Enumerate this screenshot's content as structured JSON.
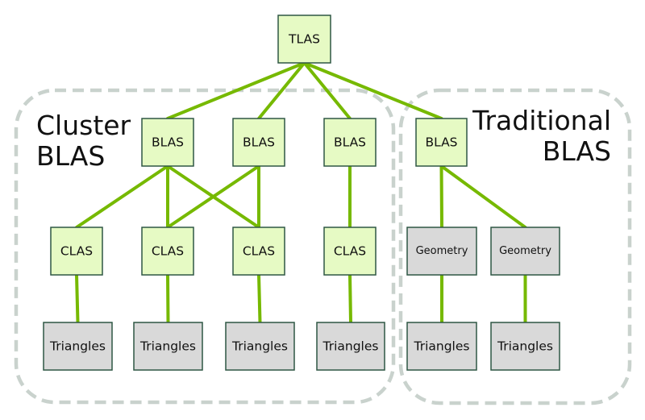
{
  "regions": {
    "cluster": {
      "title_lines": [
        "Cluster",
        "BLAS"
      ]
    },
    "traditional": {
      "title_lines": [
        "Traditional",
        "BLAS"
      ]
    }
  },
  "colors": {
    "edge": "#76B900",
    "node_fill_green": "#E6FAC4",
    "node_fill_gray": "#D9D9D9",
    "node_border": "#2E5744",
    "region_border": "#C9D2CD"
  },
  "nodes": {
    "tlas": {
      "label": "TLAS"
    },
    "blas_1": {
      "label": "BLAS"
    },
    "blas_2": {
      "label": "BLAS"
    },
    "blas_3": {
      "label": "BLAS"
    },
    "blas_4": {
      "label": "BLAS"
    },
    "clas_1": {
      "label": "CLAS"
    },
    "clas_2": {
      "label": "CLAS"
    },
    "clas_3": {
      "label": "CLAS"
    },
    "clas_4": {
      "label": "CLAS"
    },
    "geometry_1": {
      "label": "Geometry"
    },
    "geometry_2": {
      "label": "Geometry"
    },
    "triangles_1": {
      "label": "Triangles"
    },
    "triangles_2": {
      "label": "Triangles"
    },
    "triangles_3": {
      "label": "Triangles"
    },
    "triangles_4": {
      "label": "Triangles"
    },
    "triangles_5": {
      "label": "Triangles"
    },
    "triangles_6": {
      "label": "Triangles"
    }
  },
  "edges": [
    [
      "tlas",
      "blas_1"
    ],
    [
      "tlas",
      "blas_2"
    ],
    [
      "tlas",
      "blas_3"
    ],
    [
      "tlas",
      "blas_4"
    ],
    [
      "blas_1",
      "clas_1"
    ],
    [
      "blas_1",
      "clas_2"
    ],
    [
      "blas_1",
      "clas_3"
    ],
    [
      "blas_2",
      "clas_2"
    ],
    [
      "blas_2",
      "clas_3"
    ],
    [
      "blas_3",
      "clas_4"
    ],
    [
      "blas_4",
      "geometry_1"
    ],
    [
      "blas_4",
      "geometry_2"
    ],
    [
      "clas_1",
      "triangles_1"
    ],
    [
      "clas_2",
      "triangles_2"
    ],
    [
      "clas_3",
      "triangles_3"
    ],
    [
      "clas_4",
      "triangles_4"
    ],
    [
      "geometry_1",
      "triangles_5"
    ],
    [
      "geometry_2",
      "triangles_6"
    ]
  ]
}
